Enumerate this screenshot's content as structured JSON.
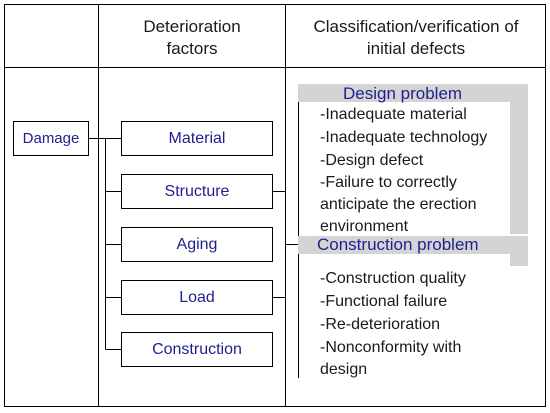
{
  "table": {
    "col2_header": [
      "Deterioration",
      "factors"
    ],
    "col3_header": [
      "Classification/verification of",
      "initial defects"
    ]
  },
  "root": {
    "label": "Damage"
  },
  "factors": [
    {
      "label": "Material"
    },
    {
      "label": "Structure"
    },
    {
      "label": "Aging"
    },
    {
      "label": "Load"
    },
    {
      "label": "Construction"
    }
  ],
  "design": {
    "title": "Design problem",
    "items": [
      "-Inadequate material",
      "-Inadequate technology",
      "-Design defect",
      "-Failure to correctly",
      "anticipate the erection",
      "environment"
    ]
  },
  "construction": {
    "title": "Construction problem",
    "items": [
      "-Construction quality",
      "-Functional failure",
      "-Re-deterioration",
      "-Nonconformity with",
      "design"
    ]
  },
  "colors": {
    "box_text": "#1f1f8f",
    "band": "#d4d4d4",
    "line": "#000000"
  }
}
